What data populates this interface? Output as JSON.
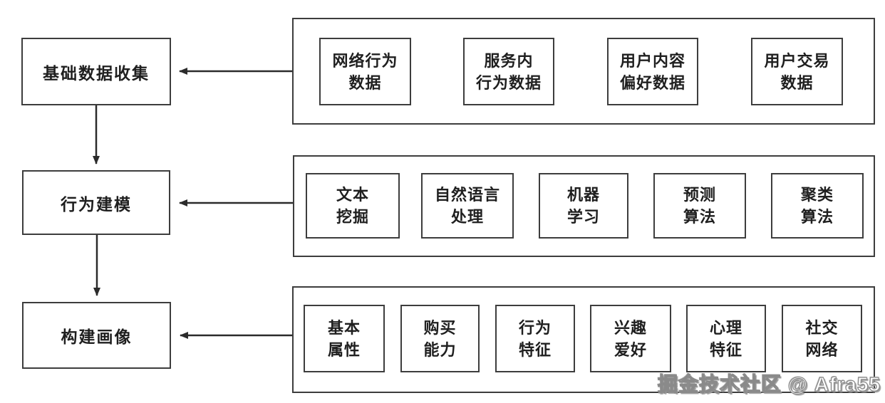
{
  "diagram": {
    "stages": [
      {
        "label": "基础数据收集"
      },
      {
        "label": "行为建模"
      },
      {
        "label": "构建画像"
      }
    ],
    "groups": [
      {
        "items": [
          {
            "label": "网络行为\n数据"
          },
          {
            "label": "服务内\n行为数据"
          },
          {
            "label": "用户内容\n偏好数据"
          },
          {
            "label": "用户交易\n数据"
          }
        ]
      },
      {
        "items": [
          {
            "label": "文本\n挖掘"
          },
          {
            "label": "自然语言\n处理"
          },
          {
            "label": "机器\n学习"
          },
          {
            "label": "预测\n算法"
          },
          {
            "label": "聚类\n算法"
          }
        ]
      },
      {
        "items": [
          {
            "label": "基本\n属性"
          },
          {
            "label": "购买\n能力"
          },
          {
            "label": "行为\n特征"
          },
          {
            "label": "兴趣\n爱好"
          },
          {
            "label": "心理\n特征"
          },
          {
            "label": "社交\n网络"
          }
        ]
      }
    ],
    "watermark": "掘金技术社区 @ Afra55",
    "colors": {
      "line": "#3d3d3d",
      "text": "#1f1f1f",
      "background": "#ffffff",
      "watermark_fill": "#ffffff",
      "watermark_outline": "#8a8a8a"
    }
  }
}
